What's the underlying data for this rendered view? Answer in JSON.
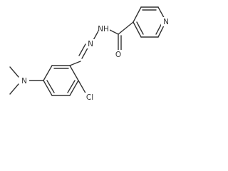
{
  "molecule": {
    "atoms": {
      "nitrogen_pyridine": "N",
      "hydrazone_nh": "NH",
      "hydrazone_n": "N",
      "carbonyl_oxygen": "O",
      "chlorine": "Cl",
      "dimethylamino_n": "N"
    },
    "colors": {
      "bond": "#333333",
      "label": "#333333",
      "background": "#ffffff"
    }
  }
}
